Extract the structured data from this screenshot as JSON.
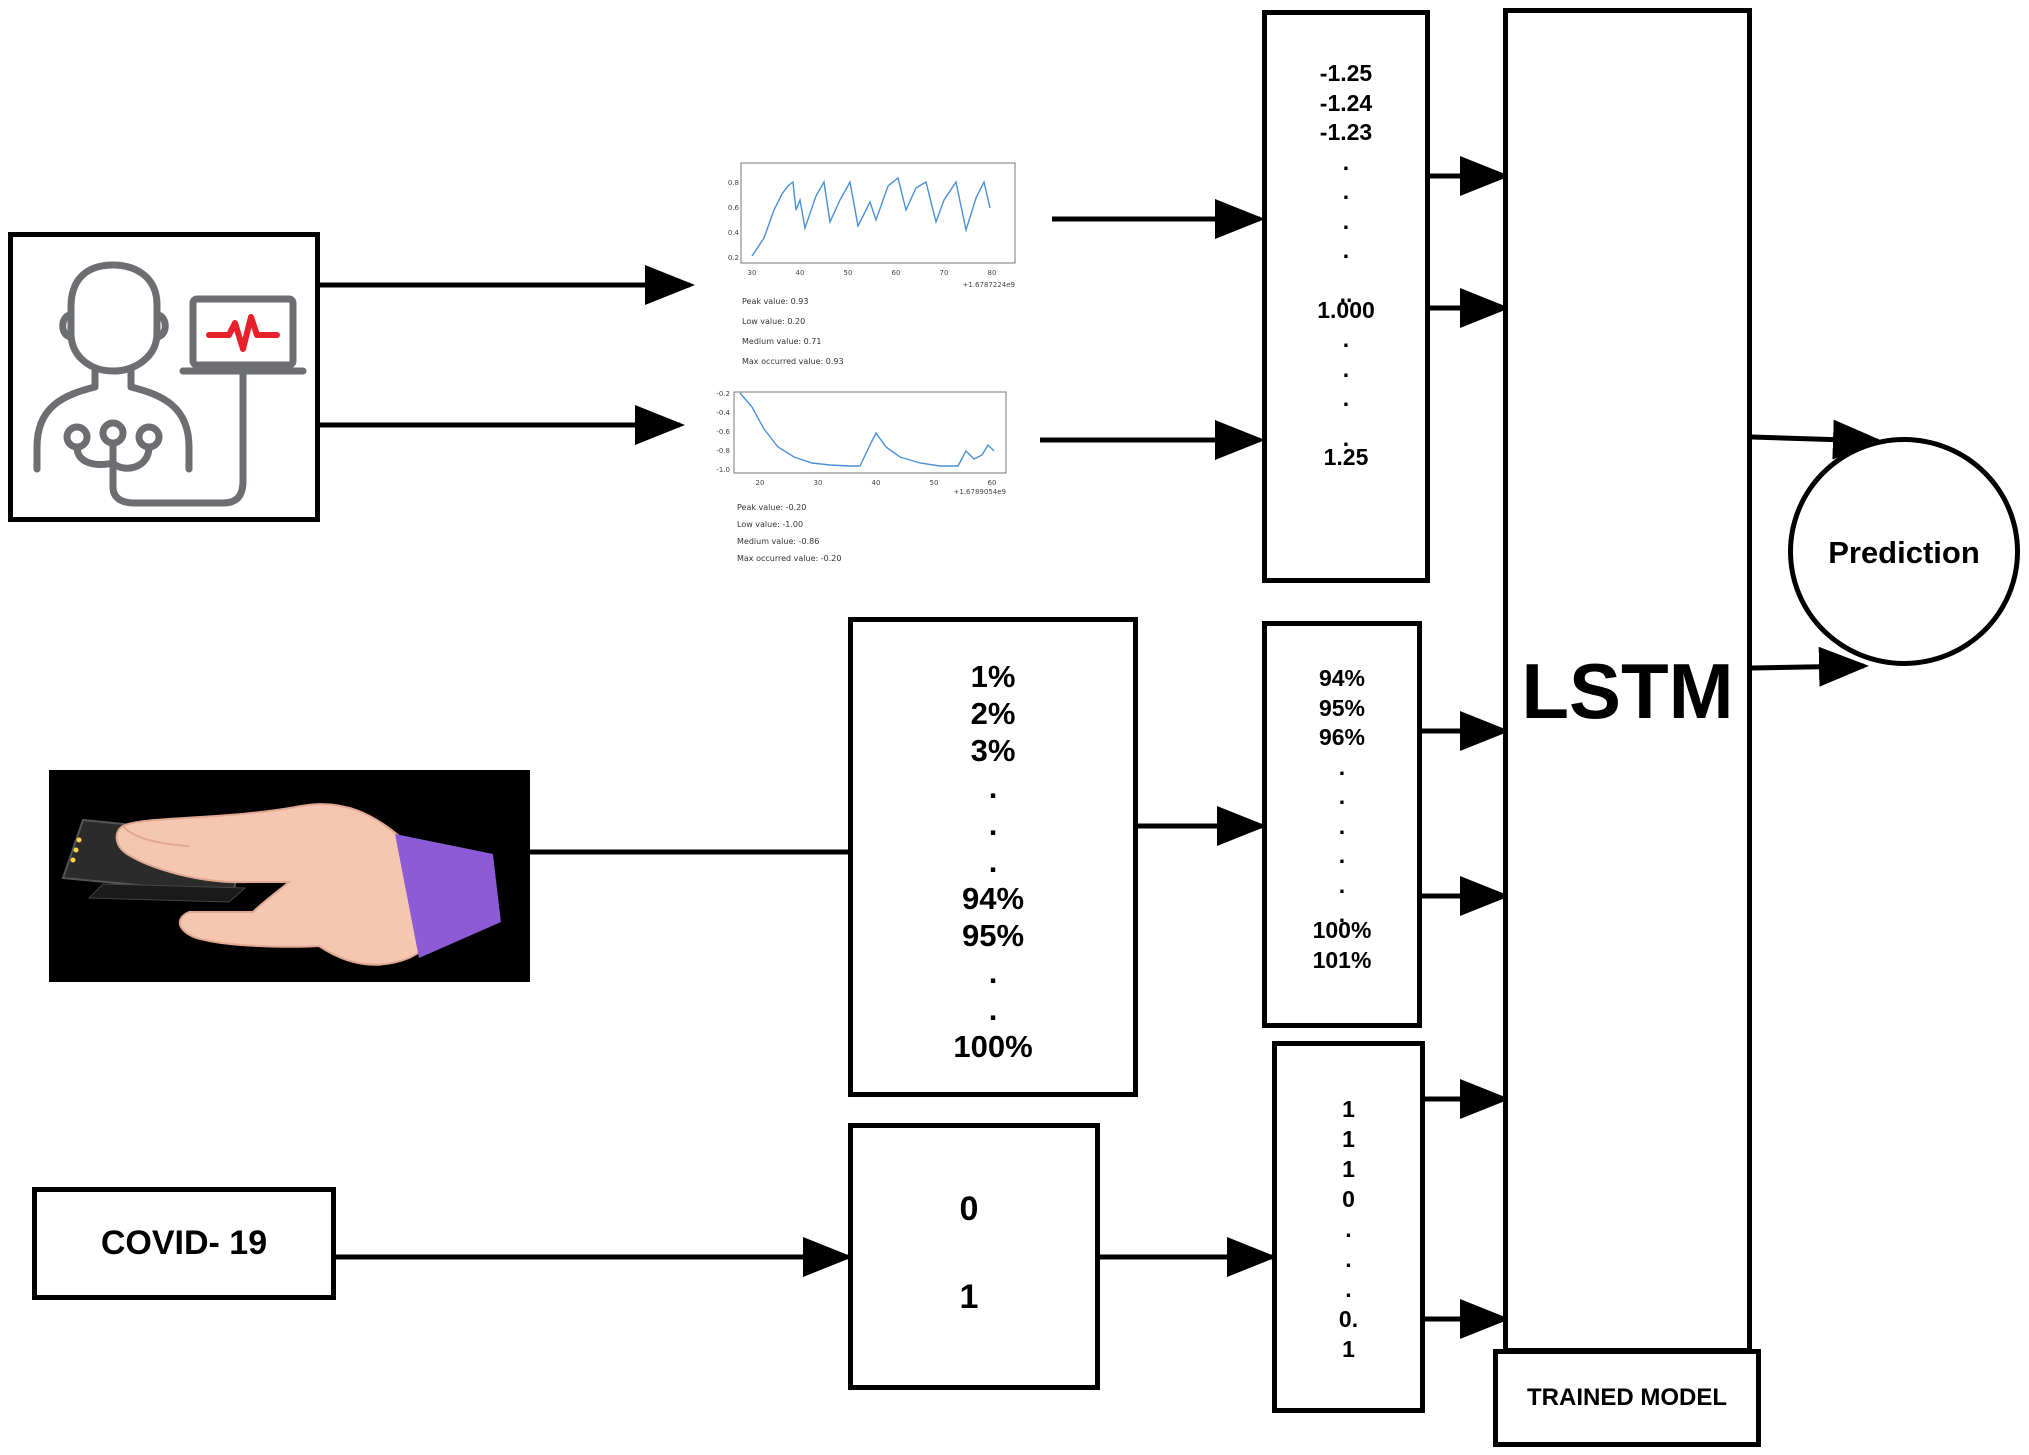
{
  "inputs": {
    "covid_label": "COVID- 19",
    "covid_binary": [
      "0",
      "1"
    ],
    "spo2_raw": [
      "1%",
      "2%",
      "3%",
      ".",
      ".",
      ".",
      "94%",
      "95%",
      ".",
      ".",
      "100%"
    ]
  },
  "plot_top": {
    "offset_label": "+1.6787224e9",
    "x_ticks": [
      "30",
      "40",
      "50",
      "60",
      "70",
      "80"
    ],
    "y_ticks": [
      "0.8",
      "0.6",
      "0.4",
      "0.2"
    ],
    "stats": [
      "Peak value: 0.93",
      "Low value: 0.20",
      "Medium value: 0.71",
      "Max occurred value: 0.93"
    ]
  },
  "plot_bottom": {
    "offset_label": "+1.6789054e9",
    "x_ticks": [
      "20",
      "30",
      "40",
      "50",
      "60"
    ],
    "y_ticks": [
      "-0.2",
      "-0.4",
      "-0.6",
      "-0.8",
      "-1.0"
    ],
    "stats": [
      "Peak value: -0.20",
      "Low value: -1.00",
      "Medium value: -0.86",
      "Max occurred value: -0.20"
    ]
  },
  "vectors": {
    "ecg": [
      "-1.25",
      "-1.24",
      "-1.23",
      ".",
      ".",
      ".",
      ".",
      "..",
      "1.000",
      ".",
      ".",
      ".",
      ".",
      "1.25"
    ],
    "spo2": [
      "94%",
      "95%",
      "96%",
      ".",
      ".",
      ".",
      ".",
      ".",
      ".",
      "100%",
      "101%"
    ],
    "covid": [
      "1",
      "1",
      "1",
      "0",
      ".",
      ".",
      ".",
      "0.",
      "1"
    ]
  },
  "model": {
    "name": "LSTM",
    "caption": "TRAINED MODEL"
  },
  "output": {
    "label": "Prediction"
  },
  "colors": {
    "plot_line": "#4a90d9",
    "ecg_pulse": "#e8202a",
    "icon_gray": "#6d6e71",
    "cuff_purple": "#8e5bd6",
    "skin": "#f5c6b0"
  }
}
